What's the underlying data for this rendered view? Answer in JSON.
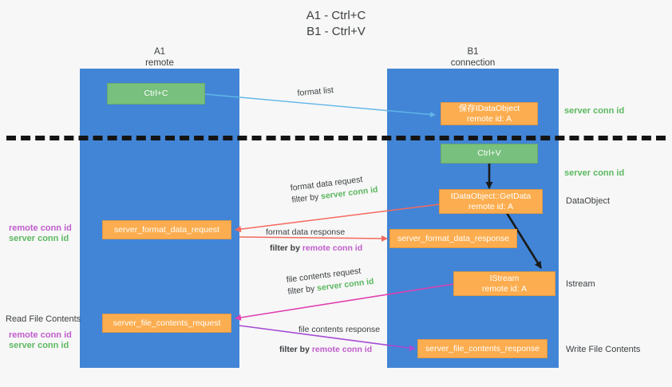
{
  "title": {
    "line1": "A1 - Ctrl+C",
    "line2": "B1 - Ctrl+V"
  },
  "lanes": [
    {
      "name": "A1",
      "sub": "remote"
    },
    {
      "name": "B1",
      "sub": "connection"
    }
  ],
  "boxes": {
    "ctrl_c": {
      "line1": "Ctrl+C"
    },
    "save_idataobject": {
      "line1": "保存IDataObject",
      "line2": "remote id: A"
    },
    "ctrl_v": {
      "line1": "Ctrl+V"
    },
    "getdata": {
      "line1": "IDataObject::GetData",
      "line2": "remote id: A"
    },
    "istream": {
      "line1": "IStream",
      "line2": "remote id: A"
    },
    "server_format_data_request": {
      "line1": "server_format_data_request"
    },
    "server_format_data_response": {
      "line1": "server_format_data_response"
    },
    "server_file_contents_request": {
      "line1": "server_file_contents_request"
    },
    "server_file_contents_response": {
      "line1": "server_file_contents_response"
    }
  },
  "annotations": {
    "format_list": "format list",
    "format_data_request": "format data request",
    "format_data_request_filter_prefix": "filter by ",
    "format_data_request_filter_value": "server conn id",
    "format_data_response": "format data response",
    "format_data_response_filter_prefix": "filter by ",
    "format_data_response_filter_value": "remote conn id",
    "file_contents_request": "file contents request",
    "file_contents_request_filter_prefix": "filter by ",
    "file_contents_request_filter_value": "server conn id",
    "file_contents_response": "file contents response",
    "file_contents_response_filter_prefix": "filter by ",
    "file_contents_response_filter_value": "remote conn id"
  },
  "right_labels": {
    "server_conn_id_top": "server conn id",
    "server_conn_id_mid": "server conn id",
    "dataobject": "DataObject",
    "istream": "Istream",
    "write_file_contents": "Write File Contents"
  },
  "left_labels": {
    "remote_conn_id_upper": "remote conn id",
    "server_conn_id_upper": "server conn id",
    "read_file_contents": "Read File Contents",
    "remote_conn_id_lower": "remote conn id",
    "server_conn_id_lower": "server conn id"
  },
  "colors": {
    "lane": "#4285d6",
    "green_box": "#78c07d",
    "orange_box": "#fcad4f",
    "green_text": "#5cb860",
    "magenta_text": "#c05ccc",
    "arrow_blue": "#61b6e8",
    "arrow_red": "#f4695e",
    "arrow_magenta": "#e040b0",
    "arrow_purple": "#a64bd4",
    "arrow_black": "#1a1a1a",
    "background": "#f7f7f7"
  }
}
